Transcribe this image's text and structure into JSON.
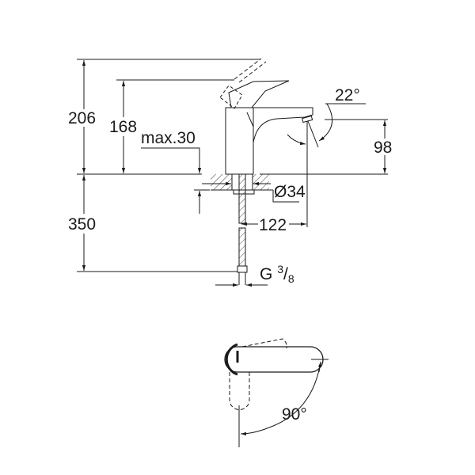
{
  "drawing": {
    "subject": "single-lever basin mixer dimension drawing",
    "line_color": "#1a1a1a",
    "background": "#ffffff"
  },
  "dimensions": {
    "total_height": "206",
    "body_height": "168",
    "max_deck_thickness": "max.30",
    "spout_height": "98",
    "spout_angle": "22°",
    "hole_diameter": "Ø34",
    "spout_reach": "122",
    "hose_length": "350",
    "connection_G": "G",
    "connection_num": "3",
    "connection_slash": "/",
    "connection_den": "8",
    "lever_rotation": "90°"
  }
}
